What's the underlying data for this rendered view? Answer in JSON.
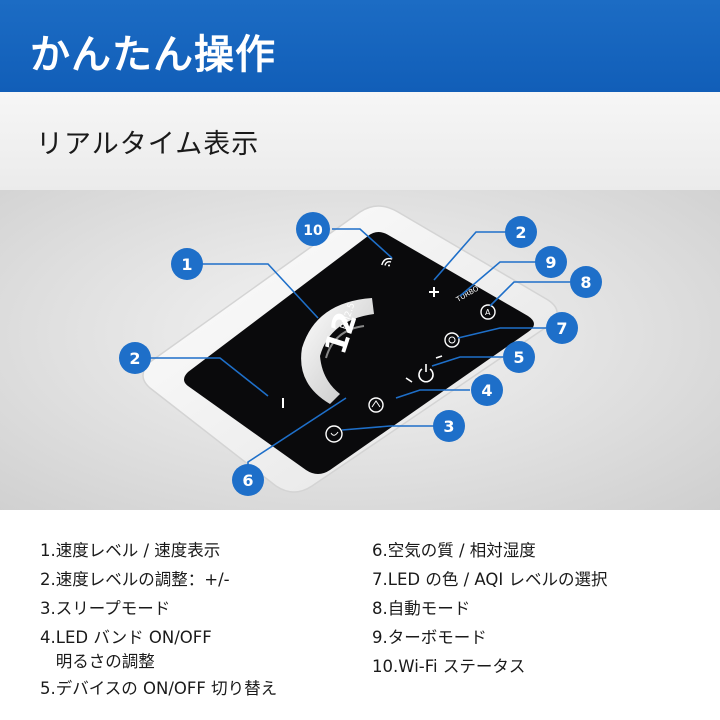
{
  "header": {
    "title": "かんたん操作"
  },
  "subtitle": "リアルタイム表示",
  "display": {
    "pm_value": "12",
    "pm_unit": "PM2.5",
    "turbo_label": "TURBO"
  },
  "callouts": [
    "1",
    "2",
    "2",
    "3",
    "4",
    "5",
    "6",
    "7",
    "8",
    "9",
    "10"
  ],
  "legend": {
    "left": [
      {
        "num": "1.",
        "text": "速度レベル / 速度表示"
      },
      {
        "num": "2.",
        "text": "速度レベルの調整：+/-"
      },
      {
        "num": "3.",
        "text": "スリープモード"
      },
      {
        "num": "4.",
        "text": "LED バンド ON/OFF",
        "text2": "明るさの調整"
      },
      {
        "num": "5.",
        "text": "デバイスの ON/OFF 切り替え"
      }
    ],
    "right": [
      {
        "num": "6.",
        "text": "空気の質 / 相対湿度"
      },
      {
        "num": "7.",
        "text": "LED の色 / AQI レベルの選択"
      },
      {
        "num": "8.",
        "text": "自動モード"
      },
      {
        "num": "9.",
        "text": "ターボモード"
      },
      {
        "num": "10.",
        "text": "Wi-Fi ステータス"
      }
    ]
  },
  "colors": {
    "header_blue": "#1565c0",
    "callout_blue": "#1e6fc9",
    "panel_black": "#0a0a0c"
  }
}
